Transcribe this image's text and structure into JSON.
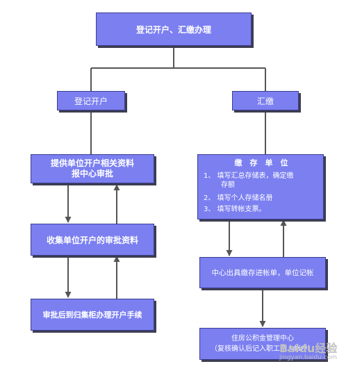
{
  "title": "登记开户、汇缴办理",
  "left": {
    "heading": "登记开户",
    "step1_line1": "提供单位开户相关资料",
    "step1_line2": "报中心审批",
    "step2": "收集单位开户的审批资料",
    "step3": "审批后到归集柜办理开户手续"
  },
  "right": {
    "heading": "汇缴",
    "unit_title": "缴　存　单　位",
    "unit_items": [
      "1、 填写汇总存储表，确定缴",
      "存额",
      "2、 填写个人存储名册",
      "3、 填写转帐支票。"
    ],
    "center_step": "中心出具缴存进帐单，单位记帐",
    "final_line1": "住房公积金管理中心",
    "final_line2": "（复核确认后记入职工个人帐户）"
  },
  "watermark": {
    "brand": "Baidu经验",
    "url": "jingyan.baidu.com"
  },
  "colors": {
    "box_fill": "#7b7ff0",
    "box_border": "#3b3e8f",
    "shadow": "#3d3d52",
    "connector": "#555555"
  }
}
